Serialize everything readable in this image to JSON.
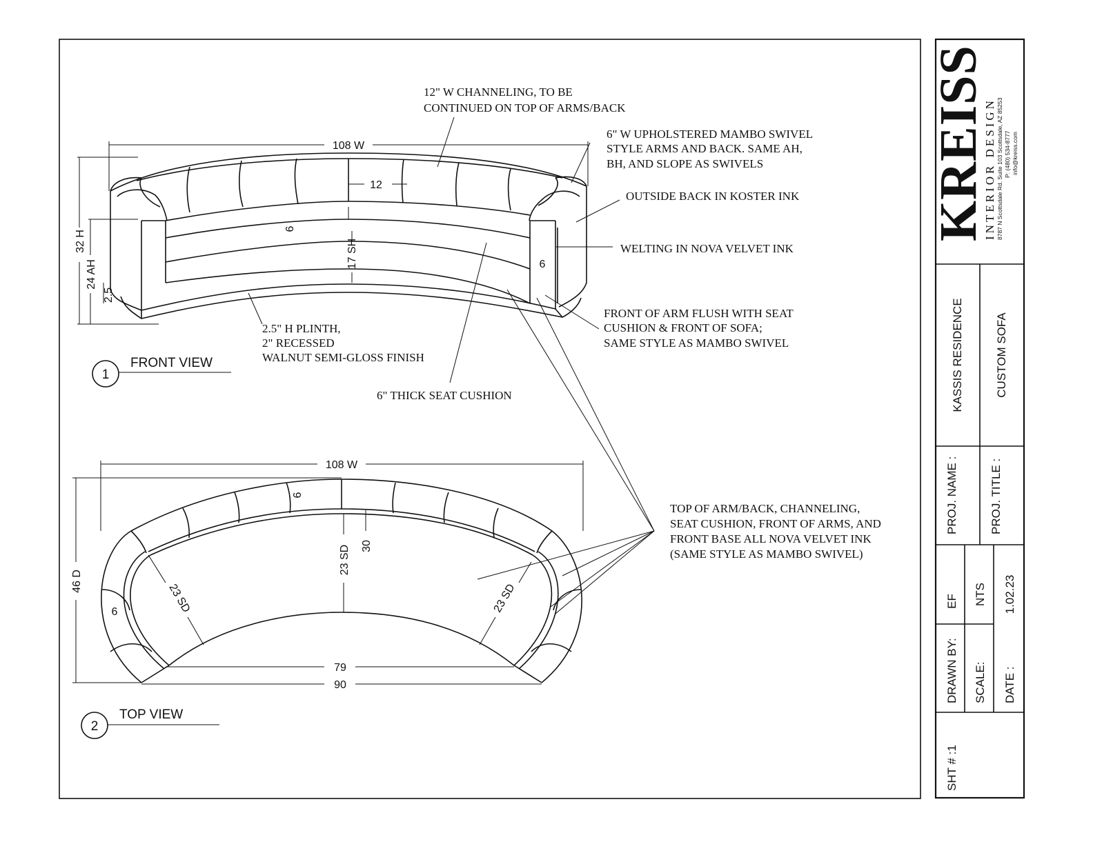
{
  "front_view": {
    "number": "1",
    "title": "FRONT VIEW",
    "dims": {
      "width": "108 W",
      "channel": "12",
      "overall_height": "32 H",
      "arm_height": "24 AH",
      "plinth": "2.5",
      "cushion": "6",
      "seat_height": "17 SH",
      "arm_front": "6"
    },
    "notes": {
      "channeling": [
        "12\" W CHANNELING, TO BE",
        "CONTINUED ON TOP OF ARMS/BACK"
      ],
      "arms": [
        "6\" W UPHOLSTERED MAMBO SWIVEL",
        "STYLE ARMS AND BACK. SAME AH,",
        "BH, AND SLOPE AS SWIVELS"
      ],
      "outside_back": "OUTSIDE BACK IN KOSTER INK",
      "welting": "WELTING IN NOVA VELVET INK",
      "arm_front": [
        "FRONT OF ARM FLUSH WITH SEAT",
        "CUSHION & FRONT OF SOFA;",
        "SAME STYLE AS MAMBO SWIVEL"
      ],
      "plinth": [
        "2.5\" H PLINTH,",
        "2\" RECESSED",
        "WALNUT SEMI-GLOSS FINISH"
      ],
      "seat_cushion": "6\" THICK SEAT CUSHION"
    }
  },
  "top_view": {
    "number": "2",
    "title": "TOP VIEW",
    "dims": {
      "width": "108 W",
      "depth": "46 D",
      "seat_depth_center": "23 SD",
      "back_depth": "30",
      "seat_depth_left": "23 SD",
      "seat_depth_right": "23 SD",
      "arm_width": "6",
      "back_width": "6",
      "inner_width": "79",
      "outer_width": "90"
    },
    "note": [
      "TOP OF ARM/BACK, CHANNELING,",
      "SEAT CUSHION, FRONT OF ARMS, AND",
      "FRONT BASE ALL NOVA VELVET INK",
      "(SAME STYLE AS MAMBO SWIVEL)"
    ]
  },
  "title_block": {
    "logo": "KREISS",
    "logo_sub": "INTERIOR DESIGN",
    "address": "8787 N Scottsdale Rd. Suite 103 Scottsdale, AZ 85253",
    "phone": "P: (480) 534-8777",
    "email": "info@kreiss.com",
    "proj_name_label": "PROJ. NAME :",
    "proj_name": "KASSIS RESIDENCE",
    "proj_title_label": "PROJ. TITLE :",
    "proj_title": "CUSTOM SOFA",
    "drawn_by_label": "DRAWN BY:",
    "drawn_by": "EF",
    "scale_label": "SCALE:",
    "scale": "NTS",
    "date_label": "DATE :",
    "date": "1.02.23",
    "sheet_label": "SHT # :1"
  }
}
